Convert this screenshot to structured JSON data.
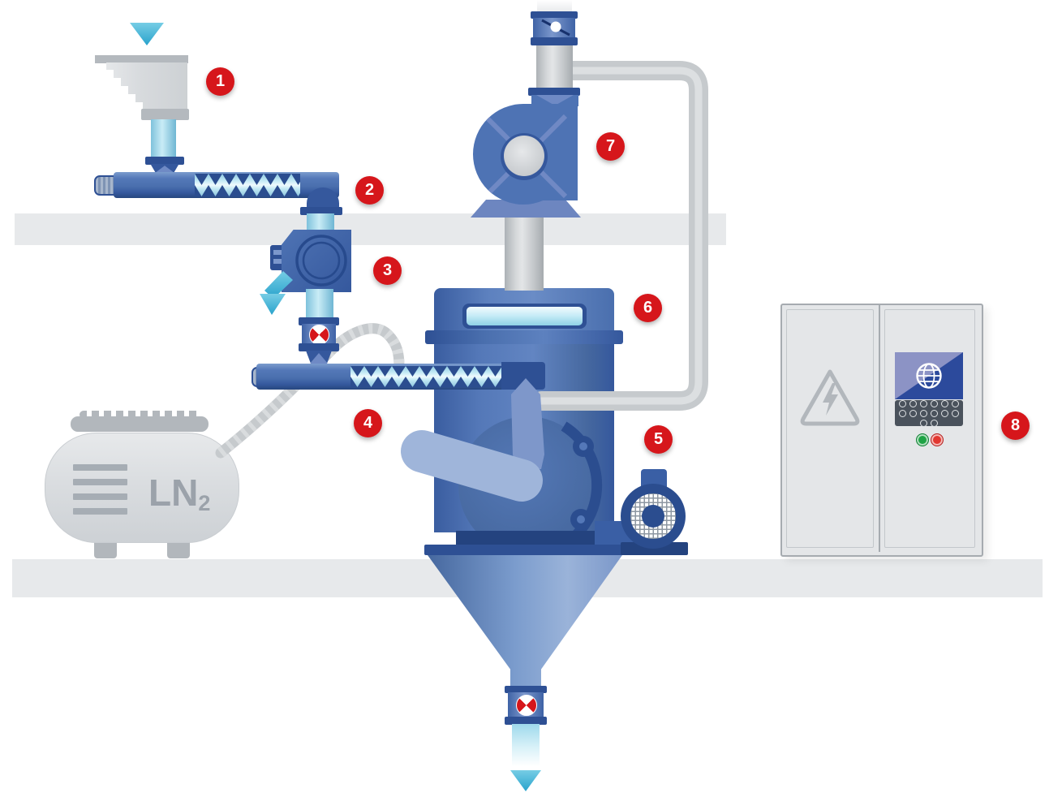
{
  "diagram": {
    "type": "cryogenic-grinding-process-illustration",
    "badges": [
      {
        "number": "1"
      },
      {
        "number": "2"
      },
      {
        "number": "3"
      },
      {
        "number": "4"
      },
      {
        "number": "5"
      },
      {
        "number": "6"
      },
      {
        "number": "7"
      },
      {
        "number": "8"
      }
    ]
  },
  "equipment": {
    "ln2_tank": {
      "label_main": "LN",
      "label_sub": "2"
    }
  },
  "icons": {
    "feed_arrow": "down-triangle",
    "vent_arrow": "down-left-arrow",
    "product_arrow": "down-triangle",
    "ball_valve_symbol": "quartered-red-white-circle",
    "butterfly_valve": "diagonal-handle-with-disc",
    "electrical_hazard": "lightning-bolt-in-triangle",
    "globe_logo": "wireframe-globe",
    "fan_guard": "mesh-circle"
  },
  "colors": {
    "accent_red": "#d6161b",
    "machine_blue": "#4e73b4",
    "machine_blue_dark": "#2e5094",
    "pipe_light_blue": "#b5e0ef",
    "cryo_cyan": "#3fb3d6",
    "steel_gray": "#c6cacd",
    "floor_gray": "#e7e9eb",
    "screen_blue": "#2c4a9c",
    "screen_violet": "#8c93c5",
    "status_green": "#1ea345",
    "status_red": "#e23730"
  }
}
